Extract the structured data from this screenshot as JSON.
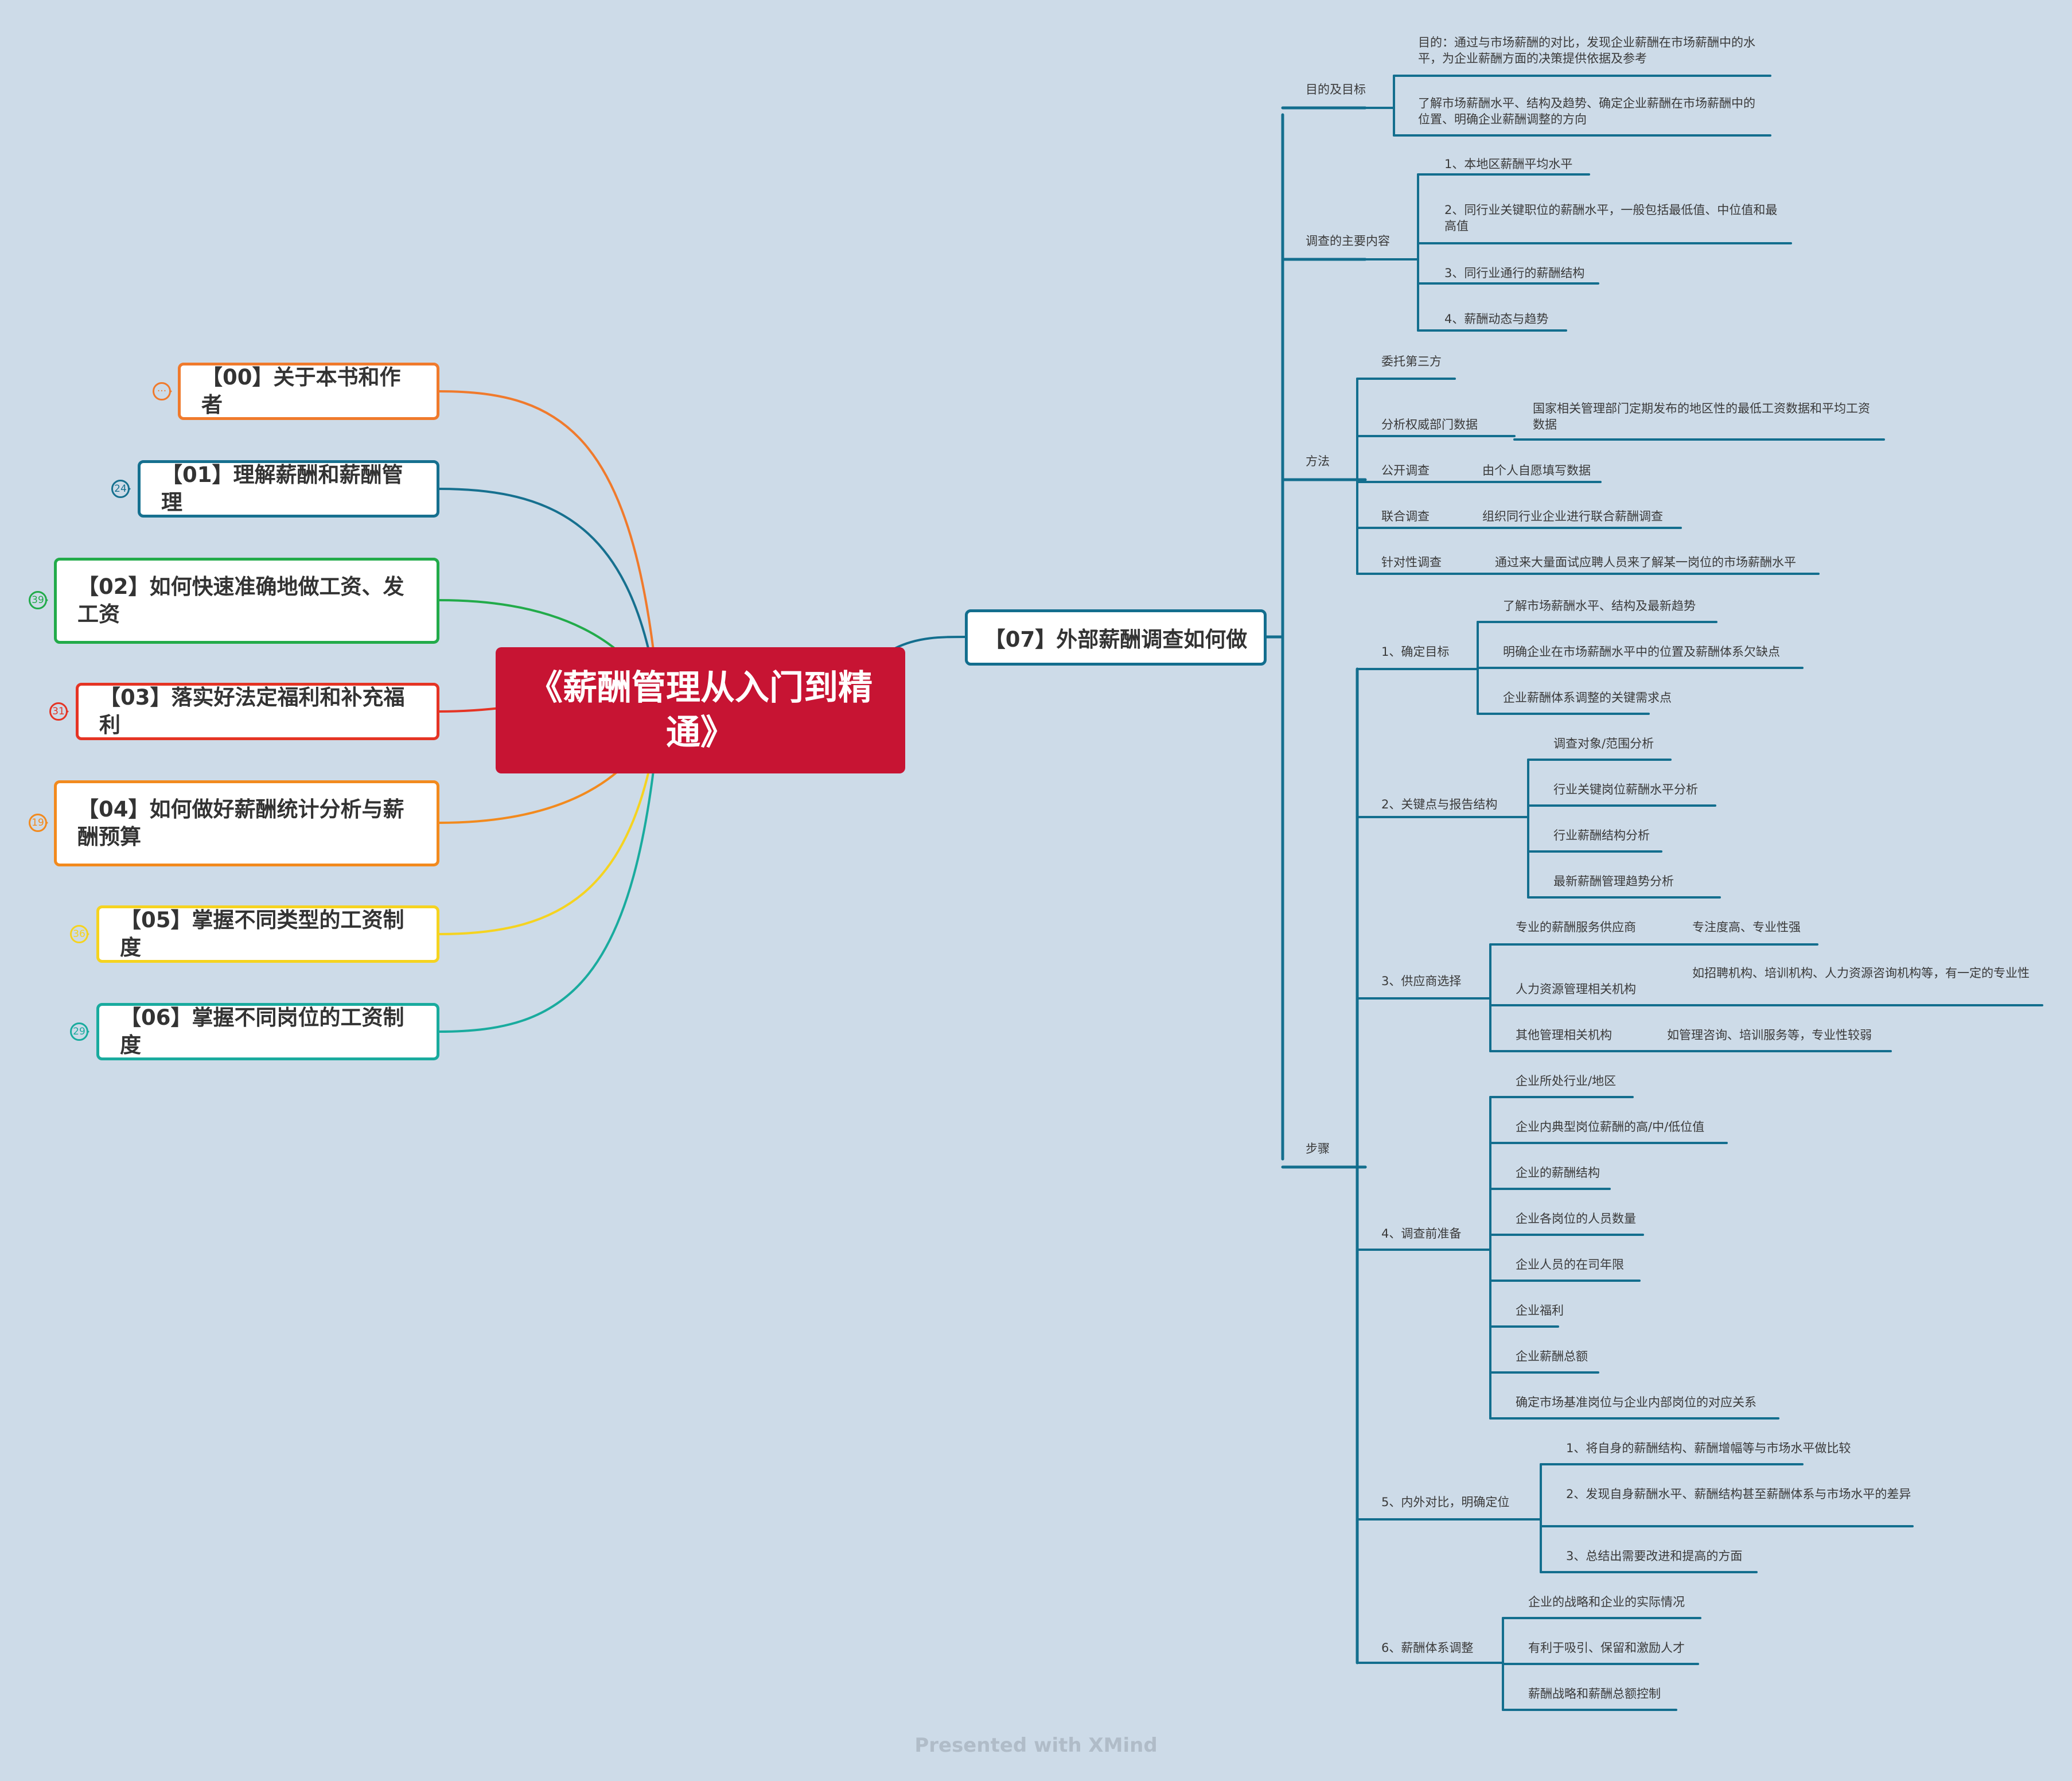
{
  "central": {
    "title": "《薪酬管理从入门到精通》"
  },
  "left_topics": [
    {
      "label": "【00】关于本书和作者",
      "badge": "···",
      "color": "#f07a2c"
    },
    {
      "label": "【01】理解薪酬和薪酬管理",
      "badge": "24",
      "color": "#16708f"
    },
    {
      "label": "【02】如何快速准确地做工资、发工资",
      "badge": "39",
      "color": "#22ab4a"
    },
    {
      "label": "【03】落实好法定福利和补充福利",
      "badge": "31",
      "color": "#e53424"
    },
    {
      "label": "【04】如何做好薪酬统计分析与薪酬预算",
      "badge": "19",
      "color": "#f28a1e"
    },
    {
      "label": "【05】掌握不同类型的工资制度",
      "badge": "36",
      "color": "#f5d320"
    },
    {
      "label": "【06】掌握不同岗位的工资制度",
      "badge": "29",
      "color": "#19ab9e"
    }
  ],
  "right_topic": {
    "label": "【07】外部薪酬调查如何做",
    "color": "#136e8e",
    "branches": {
      "goal": {
        "label": "目的及目标",
        "items": [
          "目的：通过与市场薪酬的对比，发现企业薪酬在市场薪酬中的水平，为企业薪酬方面的决策提供依据及参考",
          "了解市场薪酬水平、结构及趋势、确定企业薪酬在市场薪酬中的位置、明确企业薪酬调整的方向"
        ]
      },
      "content": {
        "label": "调查的主要内容",
        "items": [
          "1、本地区薪酬平均水平",
          "2、同行业关键职位的薪酬水平，一般包括最低值、中位值和最高值",
          "3、同行业通行的薪酬结构",
          "4、薪酬动态与趋势"
        ]
      },
      "method": {
        "label": "方法",
        "items": [
          {
            "label": "委托第三方",
            "detail": ""
          },
          {
            "label": "分析权威部门数据",
            "detail": "国家相关管理部门定期发布的地区性的最低工资数据和平均工资数据"
          },
          {
            "label": "公开调查",
            "detail": "由个人自愿填写数据"
          },
          {
            "label": "联合调查",
            "detail": "组织同行业企业进行联合薪酬调查"
          },
          {
            "label": "针对性调查",
            "detail": "通过来大量面试应聘人员来了解某一岗位的市场薪酬水平"
          }
        ]
      },
      "steps": {
        "label": "步骤",
        "groups": [
          {
            "label": "1、确定目标",
            "items": [
              "了解市场薪酬水平、结构及最新趋势",
              "明确企业在市场薪酬水平中的位置及薪酬体系欠缺点",
              "企业薪酬体系调整的关键需求点"
            ]
          },
          {
            "label": "2、关键点与报告结构",
            "items": [
              "调查对象/范围分析",
              "行业关键岗位薪酬水平分析",
              "行业薪酬结构分析",
              "最新薪酬管理趋势分析"
            ]
          },
          {
            "label": "3、供应商选择",
            "items": [
              {
                "label": "专业的薪酬服务供应商",
                "detail": "专注度高、专业性强"
              },
              {
                "label": "人力资源管理相关机构",
                "detail": "如招聘机构、培训机构、人力资源咨询机构等，有一定的专业性"
              },
              {
                "label": "其他管理相关机构",
                "detail": "如管理咨询、培训服务等，专业性较弱"
              }
            ]
          },
          {
            "label": "4、调查前准备",
            "items": [
              "企业所处行业/地区",
              "企业内典型岗位薪酬的高/中/低位值",
              "企业的薪酬结构",
              "企业各岗位的人员数量",
              "企业人员的在司年限",
              "企业福利",
              "企业薪酬总额",
              "确定市场基准岗位与企业内部岗位的对应关系"
            ]
          },
          {
            "label": "5、内外对比，明确定位",
            "items": [
              "1、将自身的薪酬结构、薪酬增幅等与市场水平做比较",
              "2、发现自身薪酬水平、薪酬结构甚至薪酬体系与市场水平的差异",
              "3、总结出需要改进和提高的方面"
            ]
          },
          {
            "label": "6、薪酬体系调整",
            "items": [
              "企业的战略和企业的实际情况",
              "有利于吸引、保留和激励人才",
              "薪酬战略和薪酬总额控制"
            ]
          }
        ]
      }
    }
  },
  "footer": "Presented with XMind"
}
